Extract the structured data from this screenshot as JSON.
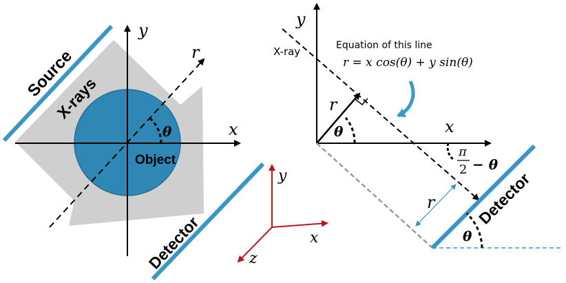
{
  "left_panel": {
    "source_label": "Source",
    "xrays_label": "X-rays",
    "object_label": "Object",
    "detector_label": "Detector",
    "axis_x": "x",
    "axis_y": "y",
    "axis_r": "r",
    "angle_label": "θ"
  },
  "triad": {
    "axis_x": "x",
    "axis_y": "y",
    "axis_z": "z"
  },
  "right_panel": {
    "axis_x": "x",
    "axis_y": "y",
    "xray_label": "X-ray",
    "equation_title": "Equation of this line",
    "equation": "r = x cos(θ) + y sin(θ)",
    "r_label": "r",
    "r_label_2": "r",
    "theta_label": "θ",
    "theta_label_2": "θ",
    "pi_over_2_num": "π",
    "pi_over_2_den": "2",
    "pi_over_2_rest": "− θ",
    "detector_label": "Detector"
  },
  "colors": {
    "accent_blue": "#3a96c6",
    "object_fill": "#2e87b5",
    "beam_gray": "#cfcfcf",
    "triad_red": "#c0141c",
    "guide_gray": "#9a9a9a",
    "arrow_blue": "#2f93c4"
  }
}
